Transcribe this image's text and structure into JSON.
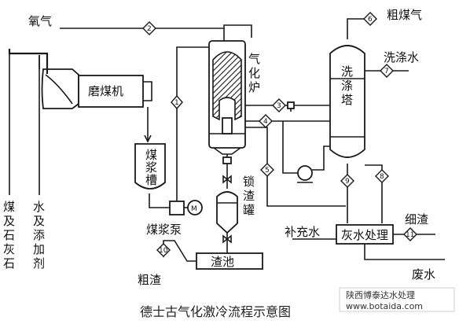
{
  "labels": {
    "oxygen": "氧气",
    "crude_gas": "粗煤气",
    "wash_water": "洗涤水",
    "coal_mill": "磨煤机",
    "gasifier": "气化炉",
    "scrubber": "洗涤塔",
    "slurry_tank": "煤浆槽",
    "slurry_pump": "煤浆泵",
    "lock_hopper": "锁渣罐",
    "slag_pool": "渣池",
    "coarse_slag": "粗渣",
    "makeup_water": "补充水",
    "ash_water": "灰水处理",
    "fine_slag": "细渣",
    "waste_water": "废水",
    "coal_limestone": "煤及石灰石",
    "water_additive": "水及添加剂",
    "pump_symbol": "M"
  },
  "nodes": [
    "1",
    "2",
    "3",
    "4",
    "5",
    "6",
    "7",
    "8",
    "9",
    "10",
    "11"
  ],
  "caption": "德士古气化激冷流程示意图",
  "watermark": {
    "line1": "陕西博泰达水处理",
    "line2": "www.botaida.com"
  }
}
